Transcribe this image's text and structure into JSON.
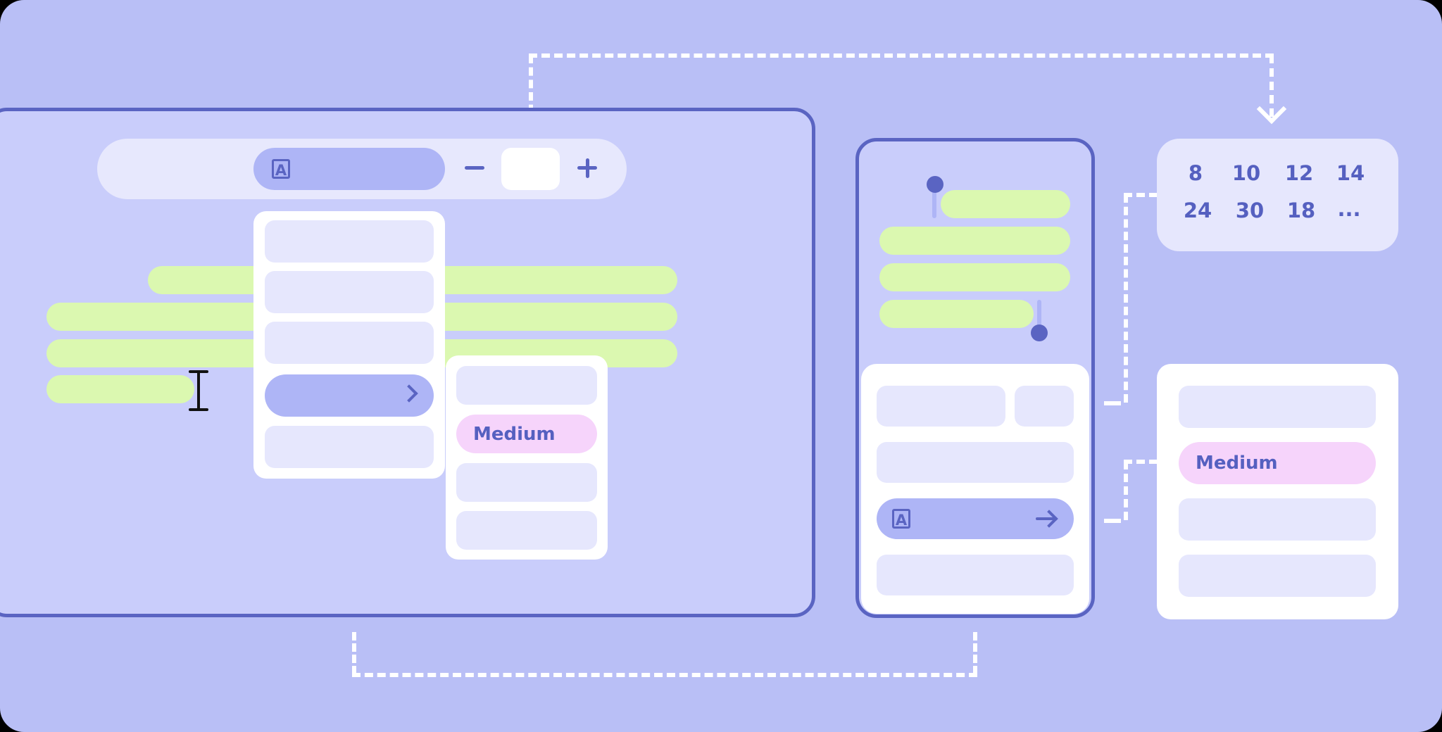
{
  "colors": {
    "background": "#b9bff6",
    "window_fill": "#c9cdfb",
    "window_border": "#5a64c2",
    "highlight_green": "#dbf8b0",
    "accent_pill": "#aeb5f6",
    "menu_item": "#e6e7fd",
    "selected_pink": "#f6d4fb",
    "text": "#5560c0",
    "connector": "#ffffff"
  },
  "toolbar": {
    "font_icon": "A",
    "font_icon_name": "font-style-icon",
    "decrease_icon": "minus-icon",
    "size_value": "",
    "increase_icon": "plus-icon"
  },
  "editor": {
    "selected_lines": 4,
    "cursor": "text-cursor-icon"
  },
  "dropdown_primary": {
    "items": [
      "",
      "",
      "",
      "",
      ""
    ],
    "active_index": 3,
    "submenu_icon": "chevron-right-icon"
  },
  "dropdown_submenu": {
    "items": [
      "",
      "Medium",
      "",
      ""
    ],
    "selected_index": 1
  },
  "mobile": {
    "selection_handles": [
      "start-handle",
      "end-handle"
    ],
    "sheet": {
      "row1": [
        "",
        ""
      ],
      "row2": "",
      "action_icon": "A",
      "action_arrow": "arrow-right-icon",
      "row4": ""
    }
  },
  "size_panel": {
    "values": [
      "8",
      "10",
      "12",
      "14",
      "24",
      "30",
      "18",
      "..."
    ]
  },
  "weight_panel": {
    "items": [
      "",
      "Medium",
      "",
      ""
    ],
    "selected_index": 1
  }
}
